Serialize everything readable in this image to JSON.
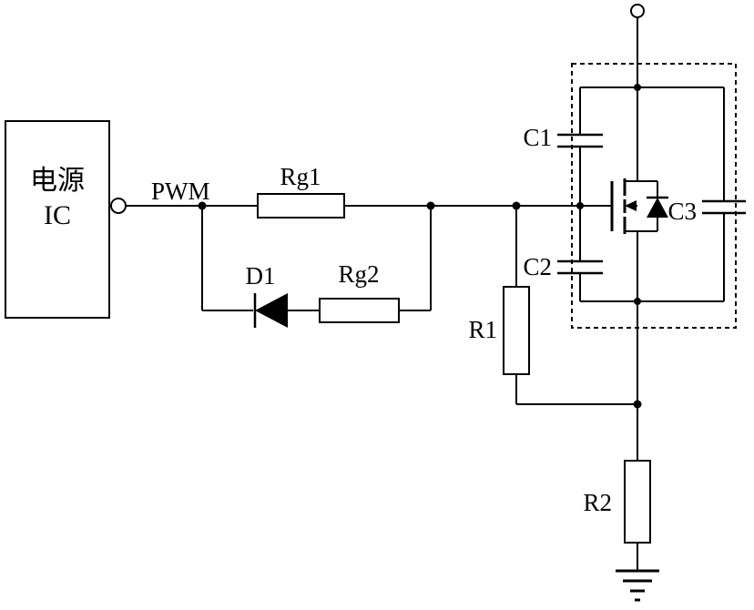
{
  "circuit": {
    "background": "#ffffff",
    "stroke_color": "#000000",
    "ic": {
      "line1": "电源",
      "line2": "IC"
    },
    "labels": {
      "pwm": "PWM",
      "rg1": "Rg1",
      "d1": "D1",
      "rg2": "Rg2",
      "r1": "R1",
      "r2": "R2",
      "c1": "C1",
      "c2": "C2",
      "c3": "C3"
    },
    "components": [
      {
        "type": "ic",
        "label": "电源 IC"
      },
      {
        "type": "resistor",
        "label": "Rg1"
      },
      {
        "type": "resistor",
        "label": "Rg2"
      },
      {
        "type": "diode",
        "label": "D1"
      },
      {
        "type": "resistor",
        "label": "R1"
      },
      {
        "type": "resistor",
        "label": "R2"
      },
      {
        "type": "capacitor",
        "label": "C1"
      },
      {
        "type": "capacitor",
        "label": "C2"
      },
      {
        "type": "capacitor",
        "label": "C3"
      },
      {
        "type": "n-channel-mosfet",
        "label": ""
      },
      {
        "type": "ground",
        "label": ""
      },
      {
        "type": "terminal",
        "label": ""
      }
    ]
  }
}
